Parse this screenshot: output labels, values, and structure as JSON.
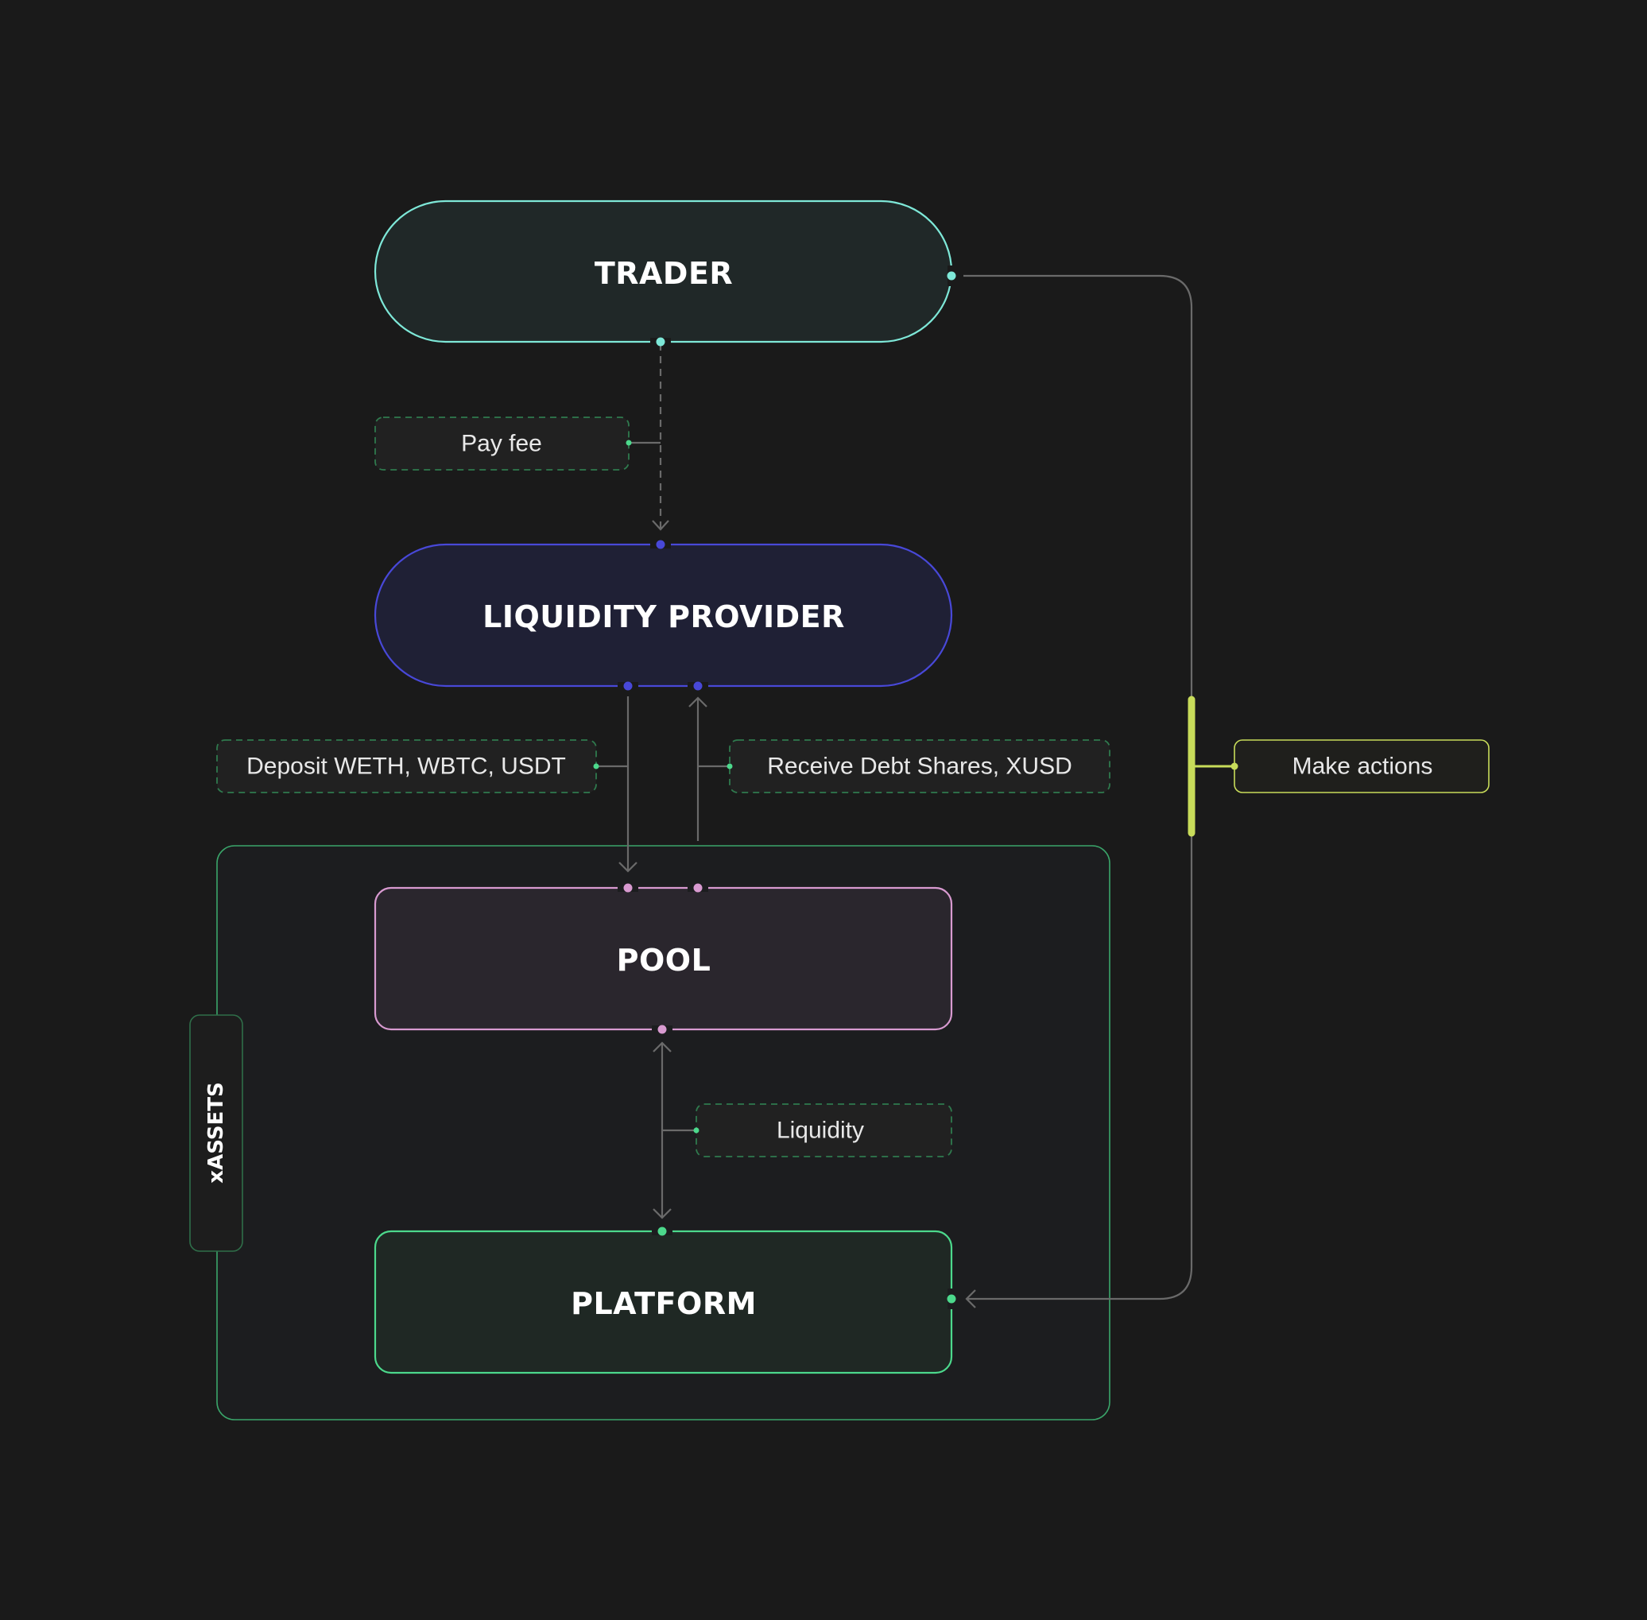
{
  "nodes": {
    "trader": "TRADER",
    "liquidity_provider": "LIQUIDITY PROVIDER",
    "pool": "POOL",
    "platform": "PLATFORM"
  },
  "labels": {
    "pay_fee": "Pay fee",
    "deposit": "Deposit WETH, WBTC, USDT",
    "receive": "Receive Debt Shares, XUSD",
    "liquidity": "Liquidity",
    "make_actions": "Make actions"
  },
  "group": {
    "label": "xASSETS"
  },
  "colors": {
    "background": "#1a1a1a",
    "trader_border": "#7ee8d8",
    "trader_fill": "#202828",
    "lp_border": "#4848d8",
    "lp_fill": "#1f2035",
    "pool_border": "#d89ad0",
    "pool_fill": "#2a262d",
    "platform_border": "#4cd98c",
    "platform_fill": "#1f2824",
    "group_border": "#3aa56a",
    "label_border": "#2f7a4e",
    "accent_yellow": "#c8dc5a",
    "connector": "#6a6a6a"
  }
}
